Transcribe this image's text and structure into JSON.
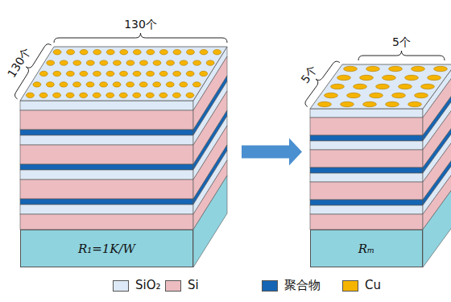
{
  "diagram": {
    "nodes": [
      {
        "text": [
          "R₁=1K/W"
        ]
      },
      {
        "text": [
          "Rₘ"
        ]
      }
    ],
    "edges": [
      {
        "from": 0,
        "to": 1,
        "arrow": "to"
      }
    ],
    "labels": [
      "130个",
      "130个",
      "5个",
      "5个"
    ],
    "legend": [
      {
        "text": "SiO₂",
        "color": "#dde9f6"
      },
      {
        "text": "Si",
        "color": "#ecbcc0"
      },
      {
        "text": "聚合物",
        "color": "#1565b4"
      },
      {
        "text": "Cu",
        "color": "#f5b400"
      }
    ]
  }
}
